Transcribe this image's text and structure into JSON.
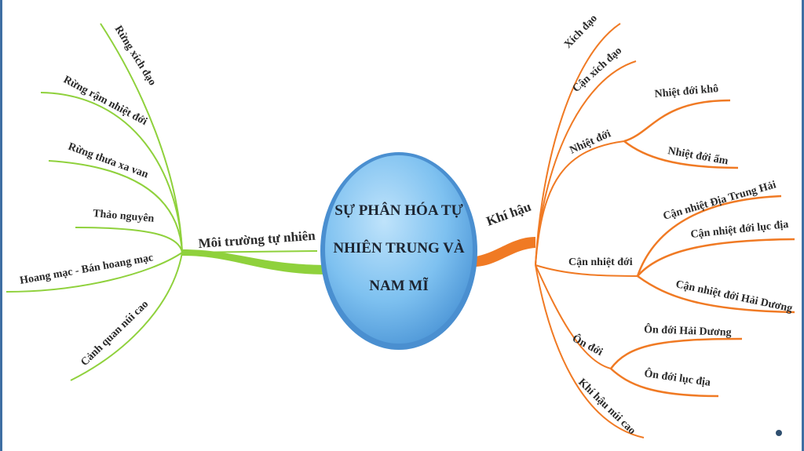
{
  "center": {
    "lines": [
      "SỰ PHÂN HÓA TỰ",
      "NHIÊN TRUNG VÀ",
      "NAM MĨ"
    ]
  },
  "left_branch": {
    "label": "Môi trường tự nhiên",
    "color": "#8fd13c",
    "children": [
      "Rừng xích đạo",
      "Rừng rậm nhiệt đới",
      "Rừng thưa xa van",
      "Thảo nguyên",
      "Hoang mạc - Bán hoang mạc",
      "Cảnh quan núi cao"
    ]
  },
  "right_branch": {
    "label": "Khí hậu",
    "color": "#f07a24",
    "children": [
      {
        "label": "Xích đạo",
        "children": []
      },
      {
        "label": "Cận xích đạo",
        "children": []
      },
      {
        "label": "Nhiệt đới",
        "children": [
          "Nhiệt đới khô",
          "Nhiệt đới ẩm"
        ]
      },
      {
        "label": "Cận nhiệt đới",
        "children": [
          "Cận nhiệt Địa Trung Hải",
          "Cận nhiệt đới lục địa",
          "Cận nhiệt đới Hải Dương"
        ]
      },
      {
        "label": "Ôn đới",
        "children": [
          "Ôn đới Hải Dương",
          "Ôn đới lục địa"
        ]
      },
      {
        "label": "Khí hậu núi cao",
        "children": []
      }
    ]
  }
}
